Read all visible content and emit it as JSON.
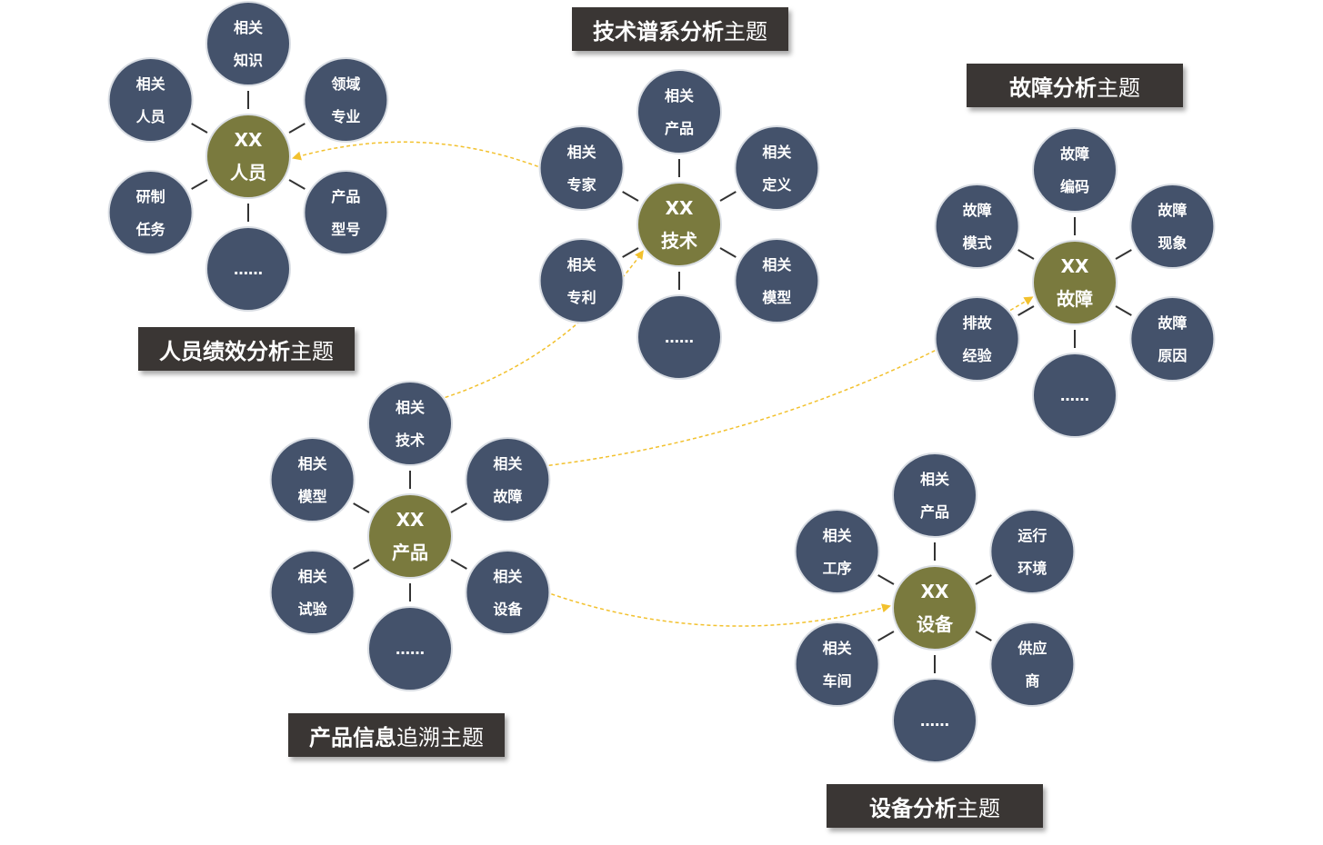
{
  "colors": {
    "satellite": "#44526b",
    "center": "#7a7a3e",
    "spoke": "#333333",
    "arrow": "#f2c12e",
    "title_bg": "#3a3634",
    "title_text": "#ffffff"
  },
  "clusters": [
    {
      "id": "personnel",
      "title_bold": "人员绩效分析",
      "title_normal": "主题",
      "center": [
        "XX",
        "人员"
      ],
      "satellites": [
        [
          "相关",
          "知识"
        ],
        [
          "领域",
          "专业"
        ],
        [
          "产品",
          "型号"
        ],
        [
          "……"
        ],
        [
          "研制",
          "任务"
        ],
        [
          "相关",
          "人员"
        ]
      ]
    },
    {
      "id": "technology",
      "title_bold": "技术谱系分析",
      "title_normal": "主题",
      "center": [
        "XX",
        "技术"
      ],
      "satellites": [
        [
          "相关",
          "产品"
        ],
        [
          "相关",
          "定义"
        ],
        [
          "相关",
          "模型"
        ],
        [
          "……"
        ],
        [
          "相关",
          "专利"
        ],
        [
          "相关",
          "专家"
        ]
      ]
    },
    {
      "id": "fault",
      "title_bold": "故障分析",
      "title_normal": "主题",
      "center": [
        "XX",
        "故障"
      ],
      "satellites": [
        [
          "故障",
          "编码"
        ],
        [
          "故障",
          "现象"
        ],
        [
          "故障",
          "原因"
        ],
        [
          "……"
        ],
        [
          "排故",
          "经验"
        ],
        [
          "故障",
          "模式"
        ]
      ]
    },
    {
      "id": "product",
      "title_bold": "产品信息",
      "title_normal": "追溯主题",
      "center": [
        "XX",
        "产品"
      ],
      "satellites": [
        [
          "相关",
          "技术"
        ],
        [
          "相关",
          "故障"
        ],
        [
          "相关",
          "设备"
        ],
        [
          "……"
        ],
        [
          "相关",
          "试验"
        ],
        [
          "相关",
          "模型"
        ]
      ]
    },
    {
      "id": "equipment",
      "title_bold": "设备分析",
      "title_normal": "主题",
      "center": [
        "XX",
        "设备"
      ],
      "satellites": [
        [
          "相关",
          "产品"
        ],
        [
          "运行",
          "环境"
        ],
        [
          "供应",
          "商"
        ],
        [
          "……"
        ],
        [
          "相关",
          "车间"
        ],
        [
          "相关",
          "工序"
        ]
      ]
    }
  ],
  "connections": [
    {
      "from": "technology.satellite.5",
      "to": "personnel.center"
    },
    {
      "from": "product.satellite.0",
      "to": "technology.center"
    },
    {
      "from": "product.satellite.1",
      "to": "fault.center"
    },
    {
      "from": "product.satellite.2",
      "to": "equipment.center"
    }
  ]
}
